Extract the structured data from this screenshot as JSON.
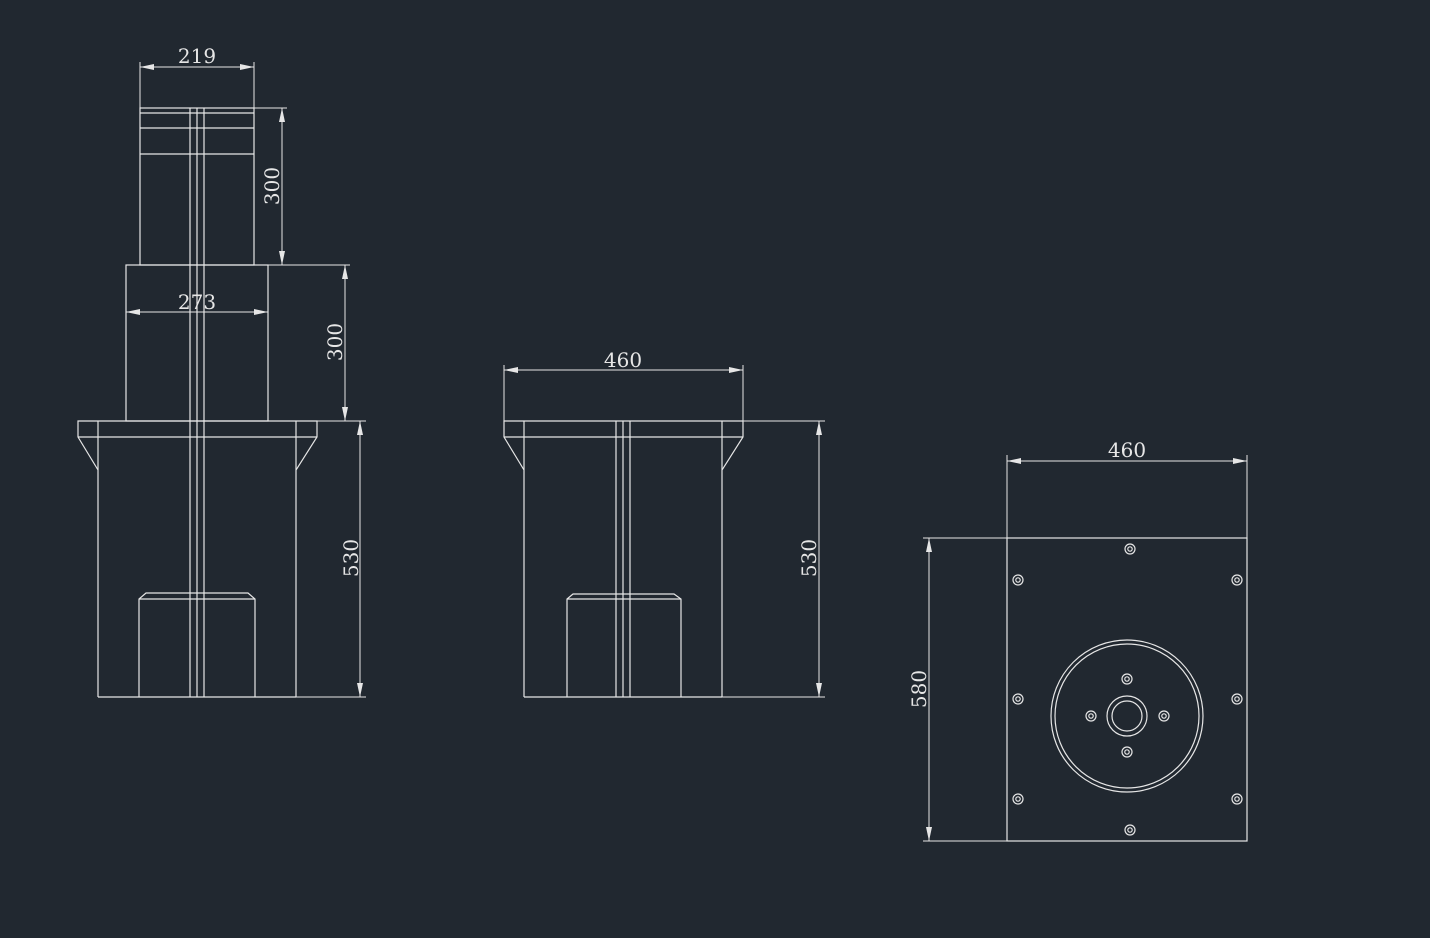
{
  "colors": {
    "background": "#212830",
    "line": "#e6e6e6"
  },
  "dimensions": {
    "front_top_width": "219",
    "front_top_height": "300",
    "front_mid_width": "273",
    "front_mid_height": "300",
    "front_base_height": "530",
    "side_width": "460",
    "side_height": "530",
    "plan_width": "460",
    "plan_height": "580"
  }
}
